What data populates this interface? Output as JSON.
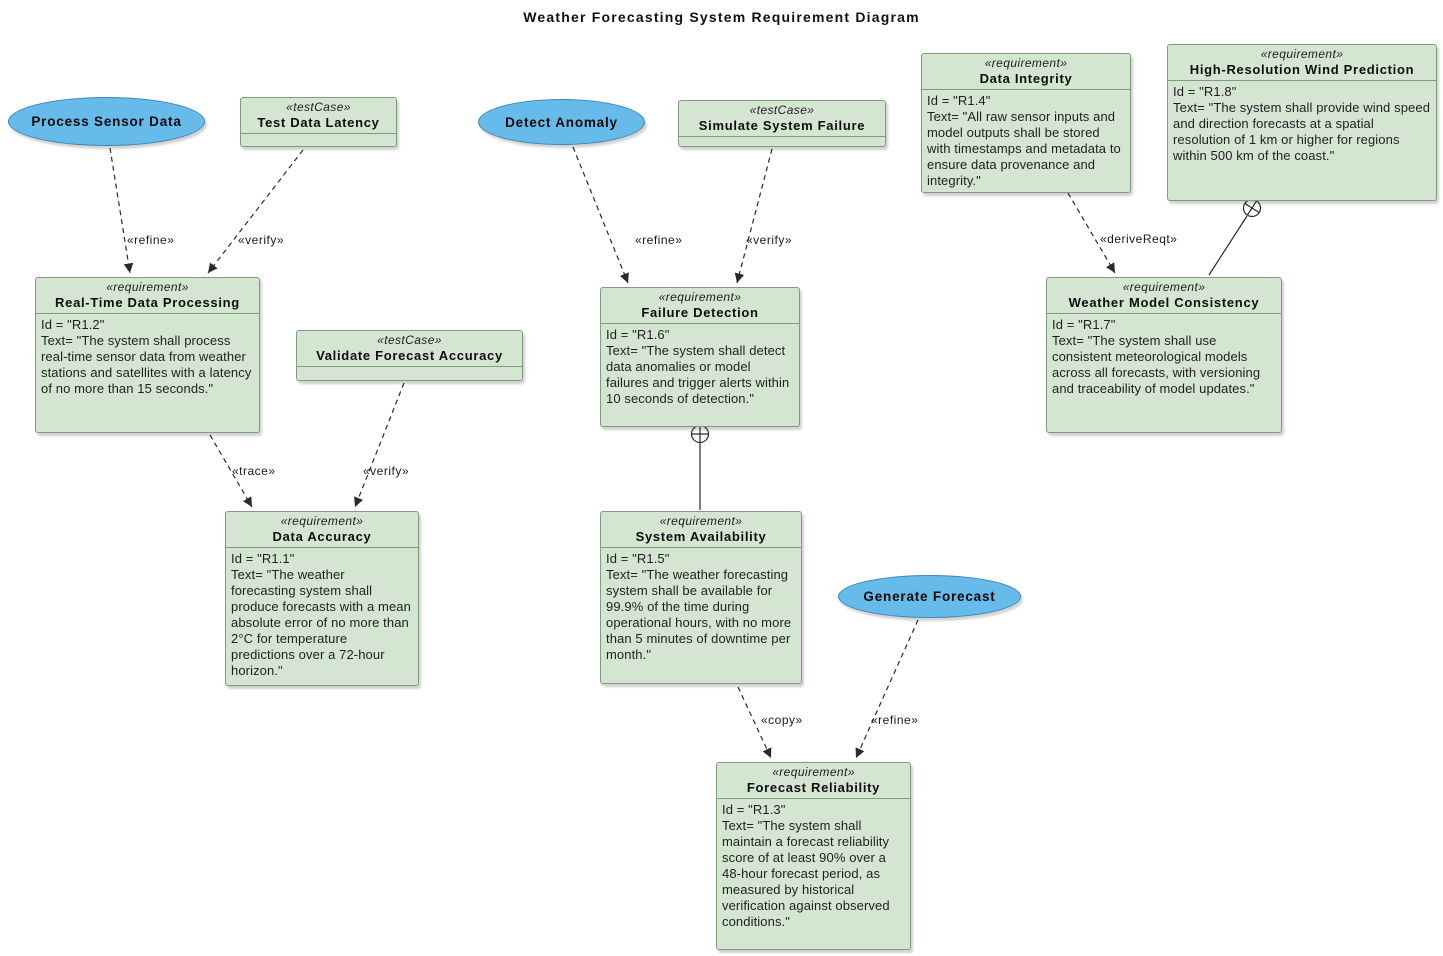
{
  "title": "Weather Forecasting System Requirement Diagram",
  "colors": {
    "requirement_fill": "#d4e6d2",
    "requirement_stroke": "#7e9d7c",
    "usecase_fill": "#66bbea",
    "usecase_stroke": "#3e85b5",
    "edge_color": "#2a2a2a"
  },
  "nodes": {
    "process_sensor_data": {
      "label": "Process Sensor Data"
    },
    "detect_anomaly": {
      "label": "Detect Anomaly"
    },
    "generate_forecast": {
      "label": "Generate Forecast"
    },
    "test_data_latency": {
      "stereotype": "«testCase»",
      "name": "Test Data Latency"
    },
    "validate_forecast_accuracy": {
      "stereotype": "«testCase»",
      "name": "Validate Forecast Accuracy"
    },
    "simulate_system_failure": {
      "stereotype": "«testCase»",
      "name": "Simulate System Failure"
    },
    "real_time_data_processing": {
      "stereotype": "«requirement»",
      "name": "Real-Time Data Processing",
      "id": "Id = \"R1.2\"",
      "text": "Text= \"The system shall process real-time sensor data from weather stations and satellites with a latency of no more than 15 seconds.\""
    },
    "data_accuracy": {
      "stereotype": "«requirement»",
      "name": "Data Accuracy",
      "id": "Id = \"R1.1\"",
      "text": "Text= \"The weather forecasting system shall produce forecasts with a mean absolute error of no more than 2°C for temperature predictions over a 72-hour horizon.\""
    },
    "failure_detection": {
      "stereotype": "«requirement»",
      "name": "Failure Detection",
      "id": "Id = \"R1.6\"",
      "text": "Text= \"The system shall detect data anomalies or model failures and trigger alerts within 10 seconds of detection.\""
    },
    "system_availability": {
      "stereotype": "«requirement»",
      "name": "System Availability",
      "id": "Id = \"R1.5\"",
      "text": "Text= \"The weather forecasting system shall be available for 99.9% of the time during operational hours, with no more than 5 minutes of downtime per month.\""
    },
    "forecast_reliability": {
      "stereotype": "«requirement»",
      "name": "Forecast Reliability",
      "id": "Id = \"R1.3\"",
      "text": "Text= \"The system shall maintain a forecast reliability score of at least 90% over a 48-hour forecast period, as measured by historical verification against observed conditions.\""
    },
    "data_integrity": {
      "stereotype": "«requirement»",
      "name": "Data Integrity",
      "id": "Id = \"R1.4\"",
      "text": "Text= \"All raw sensor inputs and model outputs shall be stored with timestamps and metadata to ensure data provenance and integrity.\""
    },
    "high_resolution_wind_prediction": {
      "stereotype": "«requirement»",
      "name": "High-Resolution Wind Prediction",
      "id": "Id = \"R1.8\"",
      "text": "Text= \"The system shall provide wind speed and direction forecasts at a spatial resolution of 1 km or higher for regions within 500 km of the coast.\""
    },
    "weather_model_consistency": {
      "stereotype": "«requirement»",
      "name": "Weather Model Consistency",
      "id": "Id = \"R1.7\"",
      "text": "Text= \"The system shall use consistent meteorological models across all forecasts, with versioning and traceability of model updates.\""
    }
  },
  "edge_labels": {
    "refine_sensor": "«refine»",
    "verify_latency": "«verify»",
    "trace_accuracy": "«trace»",
    "verify_accuracy": "«verify»",
    "refine_anomaly": "«refine»",
    "verify_failure": "«verify»",
    "derive_reqt": "«deriveReqt»",
    "copy_reliability": "«copy»",
    "refine_forecast": "«refine»"
  }
}
